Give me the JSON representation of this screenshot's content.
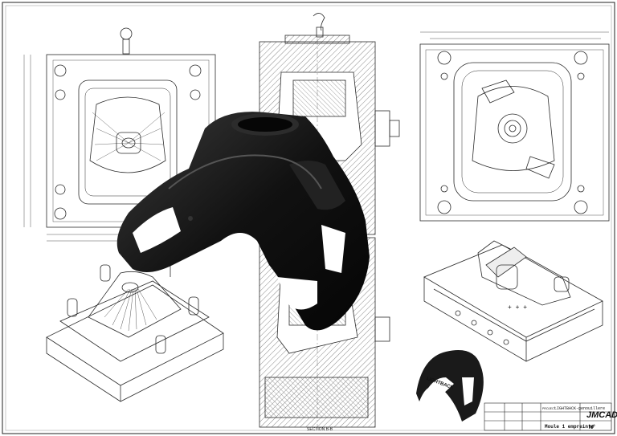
{
  "drawing": {
    "section_label": "SECTION B-B",
    "project_prefix": "PROJECT",
    "project_name": "LIGHTBACK-genouillere",
    "part_title": "Moule 1 empreinte",
    "sheet_label": "N°",
    "company_logo": "JMCAD",
    "product_brand": "LIGHTBACK",
    "colors": {
      "line": "#2a2a2a",
      "part": "#111111",
      "hatch": "#555555"
    }
  }
}
